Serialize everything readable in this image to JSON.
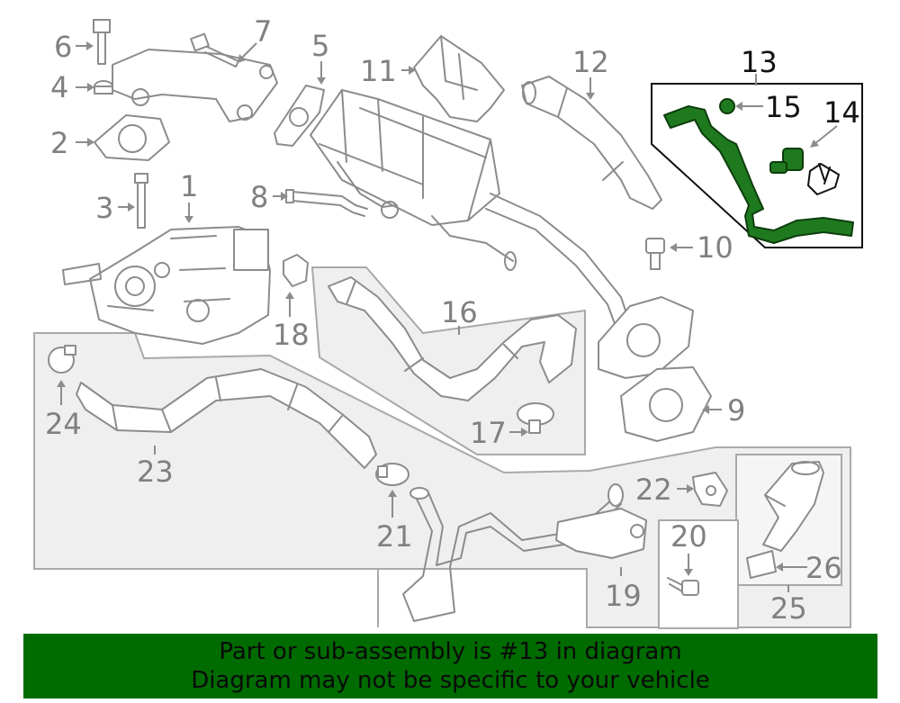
{
  "diagram": {
    "callouts": [
      "1",
      "2",
      "3",
      "4",
      "5",
      "6",
      "7",
      "8",
      "9",
      "10",
      "11",
      "12",
      "13",
      "14",
      "15",
      "16",
      "17",
      "18",
      "19",
      "20",
      "21",
      "22",
      "23",
      "24",
      "25",
      "26"
    ],
    "highlight_color": "#1f7a1f"
  },
  "banner": {
    "line1": "Part or sub-assembly is #13 in diagram",
    "line2": "Diagram may not be specific to your vehicle",
    "color": "#006b00"
  }
}
